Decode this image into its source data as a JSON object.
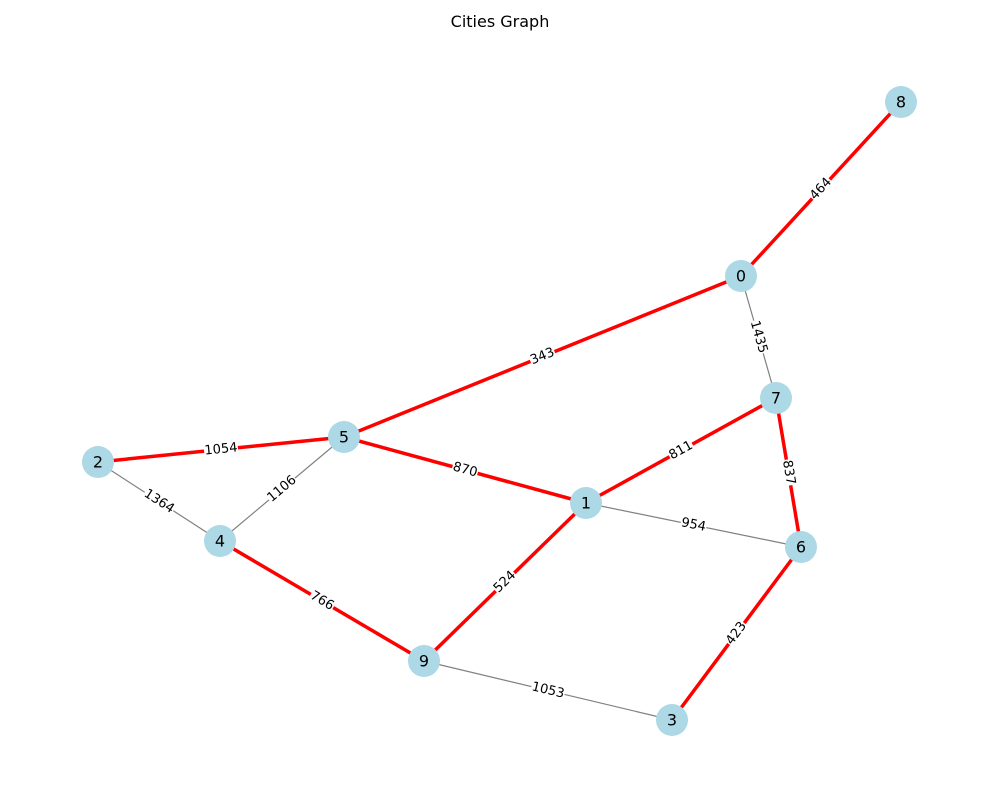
{
  "title": "Cities Graph",
  "colors": {
    "node_fill": "#add8e6",
    "edge_normal": "#808080",
    "edge_highlight": "#ff0000",
    "label_bg": "#ffffff"
  },
  "nodes": [
    {
      "id": "0"
    },
    {
      "id": "1"
    },
    {
      "id": "2"
    },
    {
      "id": "3"
    },
    {
      "id": "4"
    },
    {
      "id": "5"
    },
    {
      "id": "6"
    },
    {
      "id": "7"
    },
    {
      "id": "8"
    },
    {
      "id": "9"
    }
  ],
  "edges": [
    {
      "source": "8",
      "target": "0",
      "weight": "464",
      "highlighted": true
    },
    {
      "source": "0",
      "target": "5",
      "weight": "343",
      "highlighted": true
    },
    {
      "source": "0",
      "target": "7",
      "weight": "1435",
      "highlighted": false
    },
    {
      "source": "7",
      "target": "1",
      "weight": "811",
      "highlighted": true
    },
    {
      "source": "7",
      "target": "6",
      "weight": "837",
      "highlighted": true
    },
    {
      "source": "2",
      "target": "5",
      "weight": "1054",
      "highlighted": true
    },
    {
      "source": "5",
      "target": "1",
      "weight": "870",
      "highlighted": true
    },
    {
      "source": "5",
      "target": "4",
      "weight": "1106",
      "highlighted": false
    },
    {
      "source": "2",
      "target": "4",
      "weight": "1364",
      "highlighted": false
    },
    {
      "source": "1",
      "target": "6",
      "weight": "954",
      "highlighted": false
    },
    {
      "source": "4",
      "target": "9",
      "weight": "766",
      "highlighted": true
    },
    {
      "source": "1",
      "target": "9",
      "weight": "524",
      "highlighted": true
    },
    {
      "source": "9",
      "target": "3",
      "weight": "1053",
      "highlighted": false
    },
    {
      "source": "6",
      "target": "3",
      "weight": "423",
      "highlighted": true
    }
  ]
}
